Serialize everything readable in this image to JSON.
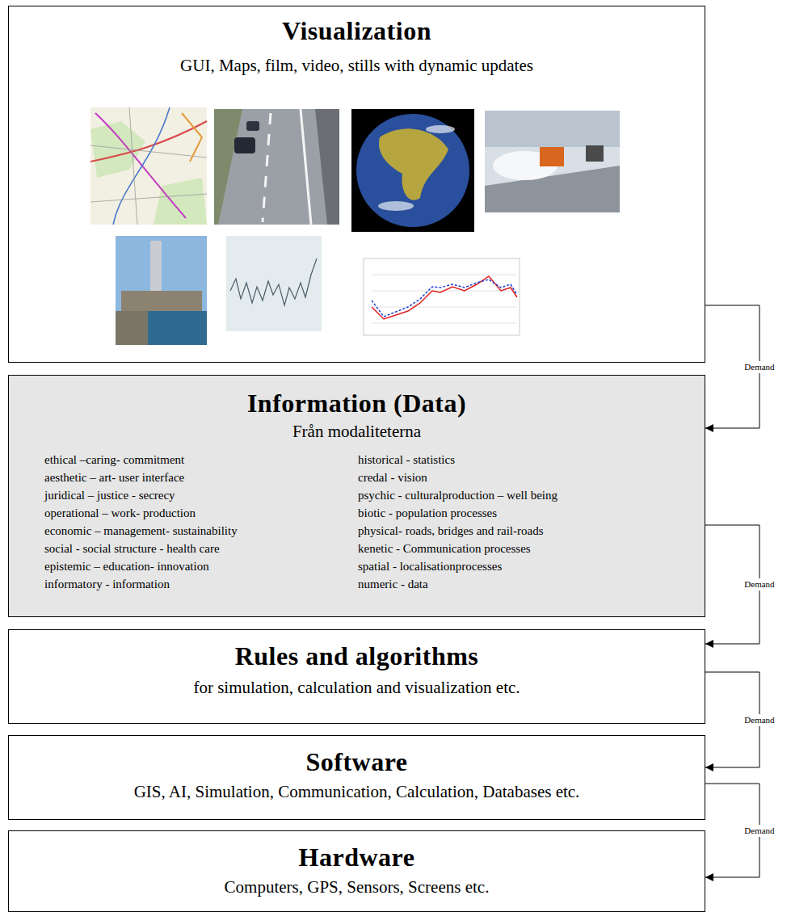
{
  "diagram": {
    "nodes": [
      {
        "text": [
          "Visualization",
          "GUI, Maps, film, video, stills with dynamic updates"
        ]
      },
      {
        "text": [
          "Information (Data)",
          "Från modaliteterna",
          "ethical –caring- commitment",
          "aesthetic – art- user interface",
          "juridical – justice - secrecy",
          "operational – work- production",
          "economic – management- sustainability",
          "social - social structure - health care",
          "epistemic – education- innovation",
          "informatory - information",
          "historical - statistics",
          "credal - vision",
          "psychic - culturalproduction – well being",
          "biotic - population processes",
          "physical- roads, bridges and rail-roads",
          "kenetic - Communication processes",
          "spatial - localisationprocesses",
          "numeric - data"
        ]
      },
      {
        "text": [
          "Rules and algorithms",
          "for simulation, calculation and visualization etc."
        ]
      },
      {
        "text": [
          "Software",
          "GIS, AI, Simulation, Communication, Calculation, Databases etc."
        ]
      },
      {
        "text": [
          "Hardware",
          "Computers, GPS, Sensors, Screens etc."
        ]
      }
    ],
    "edges": [
      {
        "from": 0,
        "to": 1,
        "arrow": "to",
        "label": "Demand"
      },
      {
        "from": 1,
        "to": 2,
        "arrow": "to",
        "label": "Demand"
      },
      {
        "from": 2,
        "to": 3,
        "arrow": "to",
        "label": "Demand"
      },
      {
        "from": 3,
        "to": 4,
        "arrow": "to",
        "label": "Demand"
      }
    ]
  }
}
